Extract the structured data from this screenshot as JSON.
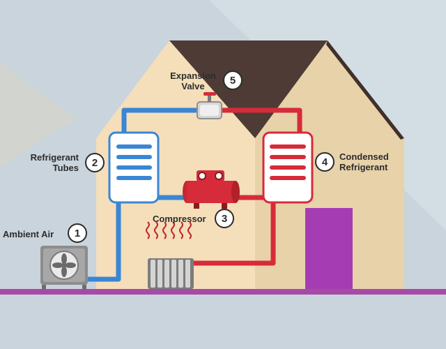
{
  "components": [
    {
      "number": "1",
      "label_lines": [
        "Ambient Air"
      ]
    },
    {
      "number": "2",
      "label_lines": [
        "Refrigerant",
        "Tubes"
      ]
    },
    {
      "number": "3",
      "label_lines": [
        "Compressor"
      ]
    },
    {
      "number": "4",
      "label_lines": [
        "Condensed",
        "Refrigerant"
      ]
    },
    {
      "number": "5",
      "label_lines": [
        "Expansion",
        "Valve"
      ]
    }
  ],
  "colors": {
    "cold_pipe": "#3a86d4",
    "hot_pipe": "#d62b3a",
    "house_front": "#f4dfba",
    "house_side": "#e6cfa6",
    "roof": "#4e3b36",
    "door": "#a63cb3",
    "ground": "#a64aa8",
    "background": "#c9d4dc"
  }
}
